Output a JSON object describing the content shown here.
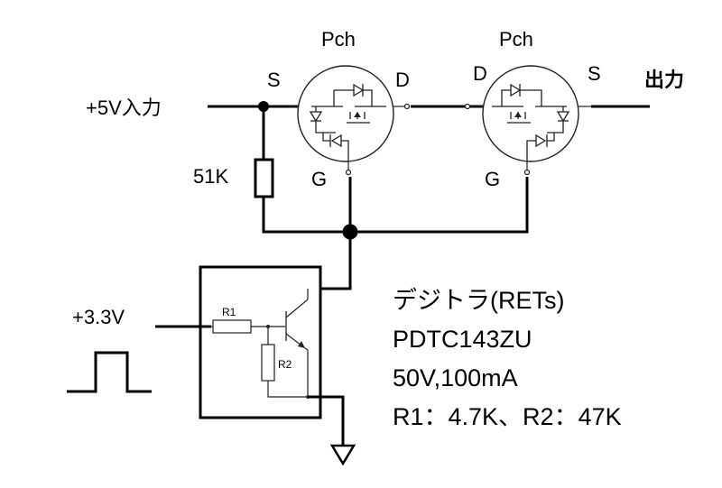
{
  "mosfet1": {
    "type": "Pch",
    "source": "S",
    "drain": "D",
    "gate": "G"
  },
  "mosfet2": {
    "type": "Pch",
    "source": "S",
    "drain": "D",
    "gate": "G"
  },
  "input_label": "+5V入力",
  "output_label": "出力",
  "resistor_label": "51K",
  "signal_label": "+3.3V",
  "rets": {
    "r1_label": "R1",
    "r2_label": "R2"
  },
  "info_lines": [
    "デジトラ(RETs)",
    "PDTC143ZU",
    "50V,100mA",
    "R1：4.7K、R2：47K"
  ]
}
